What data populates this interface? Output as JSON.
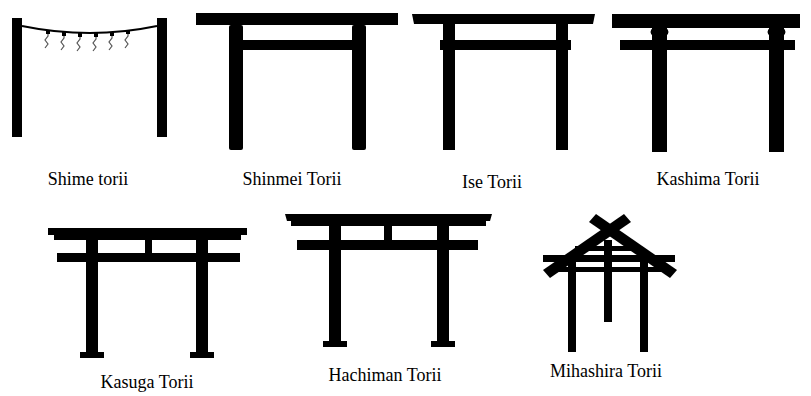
{
  "diagram": {
    "labels": [
      "Shime torii",
      "Shinmei Torii",
      "Ise Torii",
      "Kashima Torii",
      "Kasuga Torii",
      "Hachiman Torii",
      "Mihashira Torii"
    ]
  }
}
